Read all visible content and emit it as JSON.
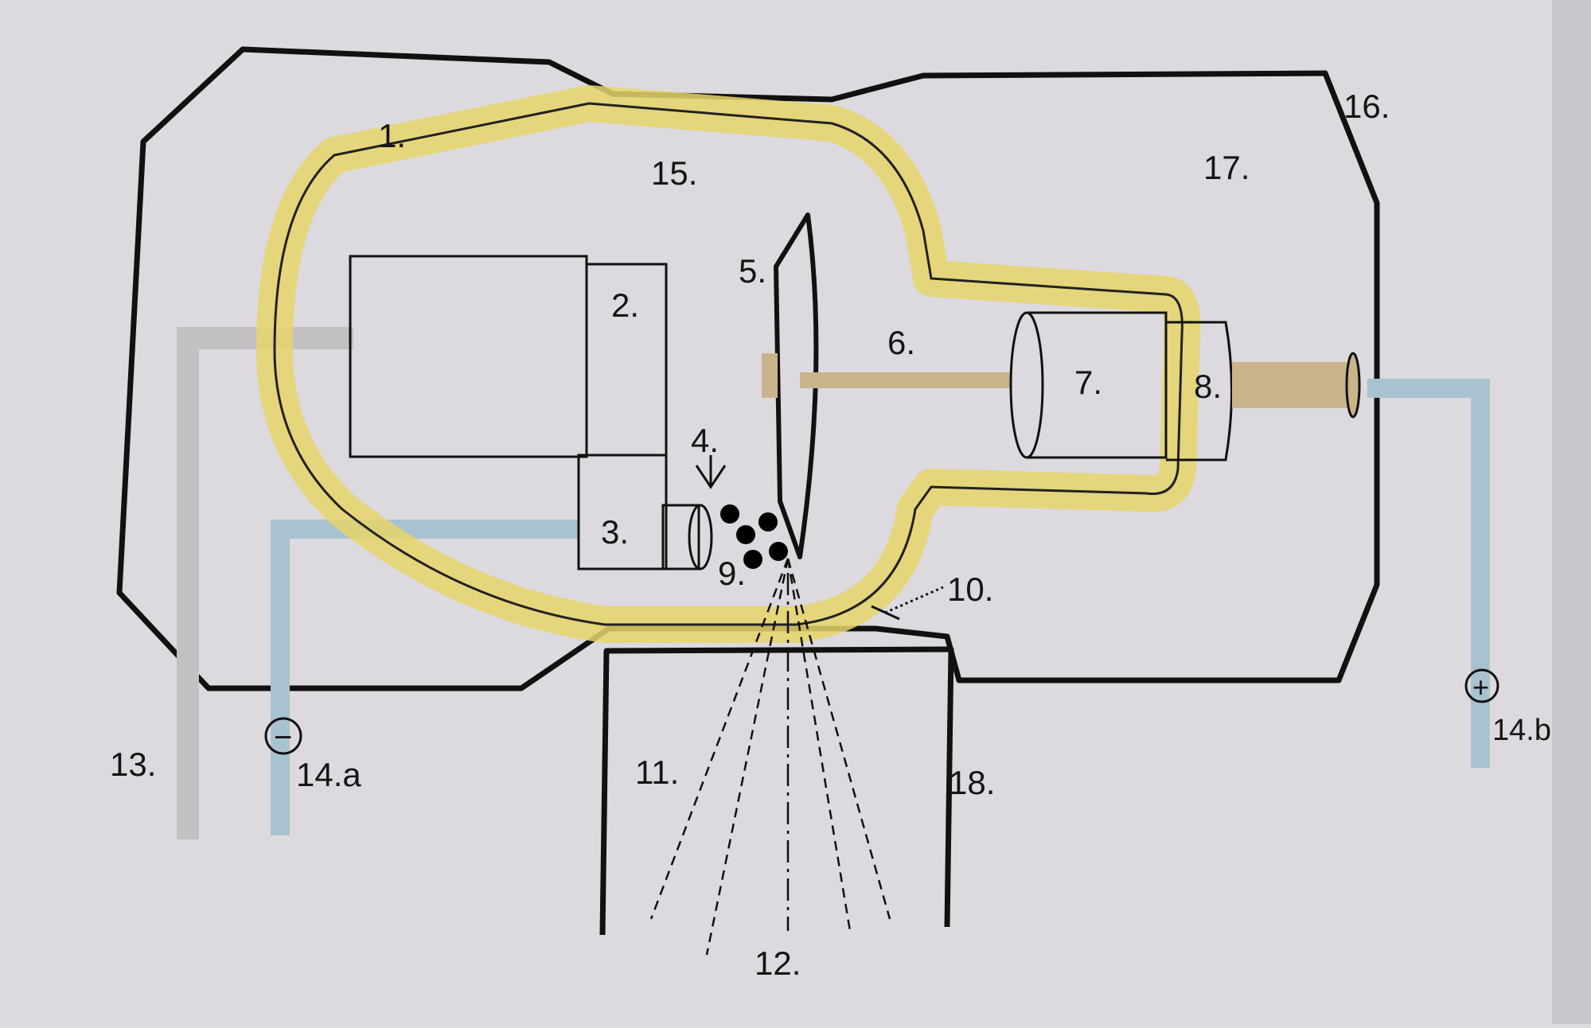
{
  "diagram": {
    "colors": {
      "background": "#dcd9df",
      "highlight": "#e6d56a",
      "gray_lead": "#c3c0c4",
      "blue_lead": "#a9c2cf",
      "shaft": "#c9b38a",
      "outline": "#111111"
    },
    "labels": {
      "l1": "1.",
      "l2": "2.",
      "l3": "3.",
      "l4": "4.",
      "l5": "5.",
      "l6": "6.",
      "l7": "7.",
      "l8": "8.",
      "l9": "9.",
      "l10": "10.",
      "l11": "11.",
      "l12": "12.",
      "l13": "13.",
      "l14a": "14.a",
      "l14b": "14.b",
      "l15": "15.",
      "l16": "16.",
      "l17": "17.",
      "l18": "18."
    },
    "polarity": {
      "negative": "−",
      "positive": "+"
    }
  }
}
